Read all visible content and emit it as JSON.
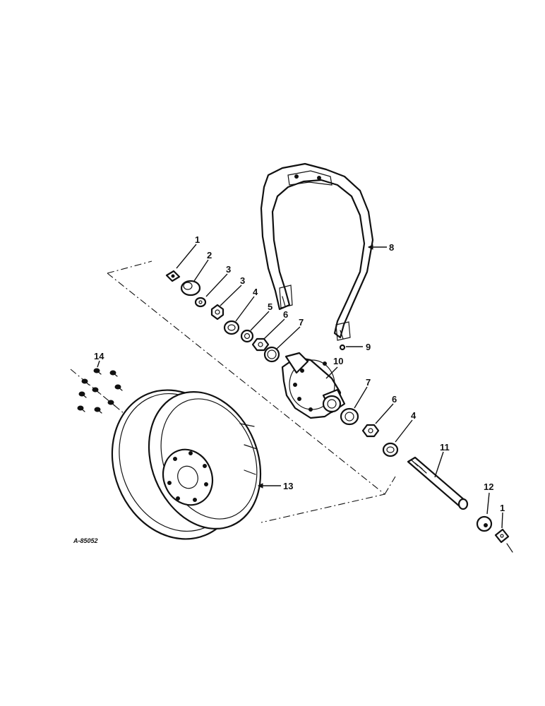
{
  "drawing_code": "A-85052",
  "callouts": {
    "c1": "1",
    "c2": "2",
    "c3a": "3",
    "c3b": "3",
    "c4a": "4",
    "c5": "5",
    "c6a": "6",
    "c7a": "7",
    "c8": "8",
    "c9": "9",
    "c10": "10",
    "c7b": "7",
    "c6b": "6",
    "c4b": "4",
    "c11": "11",
    "c12": "12",
    "c1b": "1",
    "c13": "13",
    "c14": "14"
  }
}
